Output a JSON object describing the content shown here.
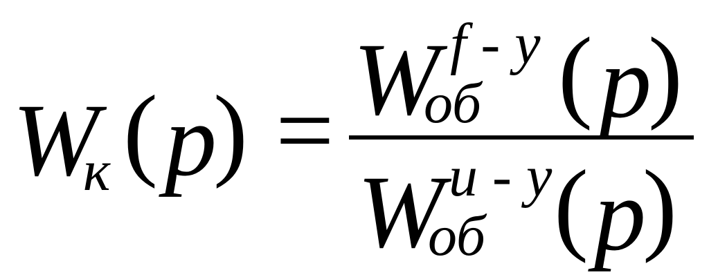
{
  "formula": {
    "lhs": {
      "symbol": "W",
      "subscript": "к",
      "open_paren": "(",
      "argument": "p",
      "close_paren": ")"
    },
    "equals": "=",
    "numerator": {
      "symbol": "W",
      "superscript": "f - y",
      "subscript": "об",
      "open_paren": "(",
      "argument": "p",
      "close_paren": ")"
    },
    "denominator": {
      "symbol": "W",
      "superscript": "u - y",
      "subscript": "об",
      "open_paren": "(",
      "argument": "p",
      "close_paren": ")"
    }
  }
}
